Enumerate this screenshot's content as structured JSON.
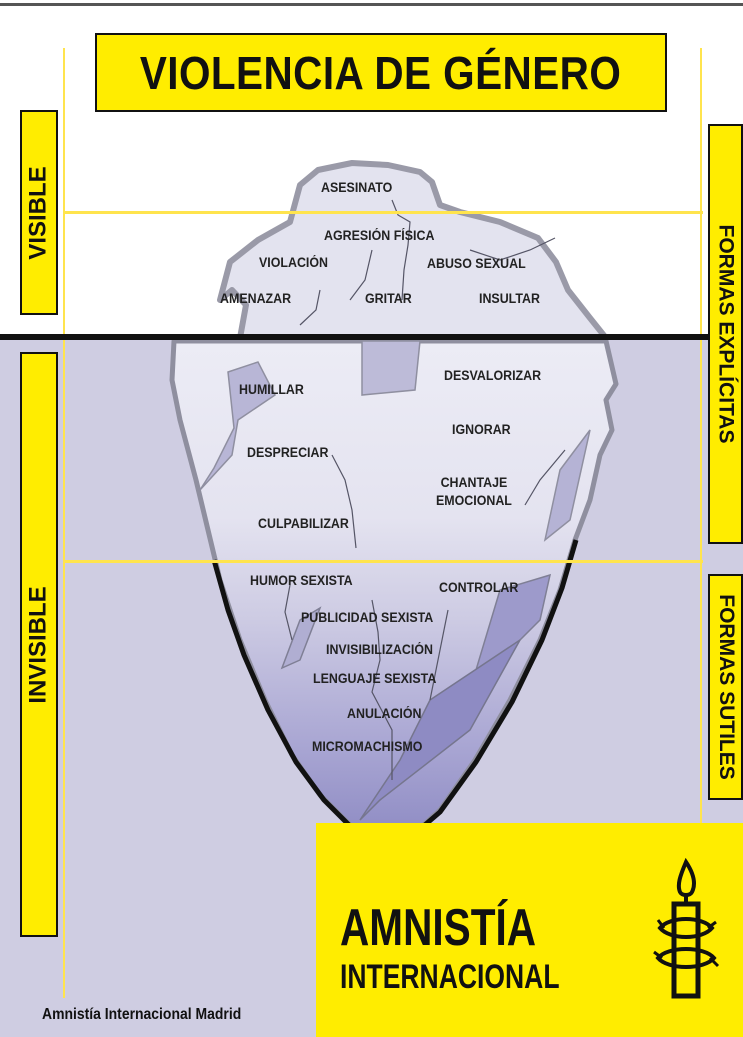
{
  "title": "VIOLENCIA DE GÉNERO",
  "side_left": {
    "top": "VISIBLE",
    "bottom": "INVISIBLE"
  },
  "side_right": {
    "top": "FORMAS EXPLÍCITAS",
    "bottom": "FORMAS SUTILES"
  },
  "visible_forms": [
    {
      "text": "ASESINATO"
    },
    {
      "text": "AGRESIÓN FÍSICA"
    },
    {
      "text": "VIOLACIÓN"
    },
    {
      "text": "ABUSO SEXUAL"
    },
    {
      "text": "AMENAZAR"
    },
    {
      "text": "GRITAR"
    },
    {
      "text": "INSULTAR"
    }
  ],
  "invisible_explicit_forms": [
    {
      "text": "HUMILLAR"
    },
    {
      "text": "DESVALORIZAR"
    },
    {
      "text": "IGNORAR"
    },
    {
      "text": "DESPRECIAR"
    },
    {
      "text": "CHANTAJE\nEMOCIONAL"
    },
    {
      "text": "CULPABILIZAR"
    }
  ],
  "subtle_forms": [
    {
      "text": "HUMOR SEXISTA"
    },
    {
      "text": "CONTROLAR"
    },
    {
      "text": "PUBLICIDAD SEXISTA"
    },
    {
      "text": "INVISIBILIZACIÓN"
    },
    {
      "text": "LENGUAJE SEXISTA"
    },
    {
      "text": "ANULACIÓN"
    },
    {
      "text": "MICROMACHISMO"
    }
  ],
  "credit": "Amnistía Internacional Madrid",
  "logo": {
    "name": "AMNISTÍA",
    "sub": "INTERNACIONAL",
    "icon": "candle-barbed-wire-icon"
  },
  "colors": {
    "yellow": "#ffed00",
    "sea": "#cfcde2",
    "ice_light": "#e6e6f2",
    "ice_deep": "#8f8cc4",
    "outline": "#111111"
  }
}
